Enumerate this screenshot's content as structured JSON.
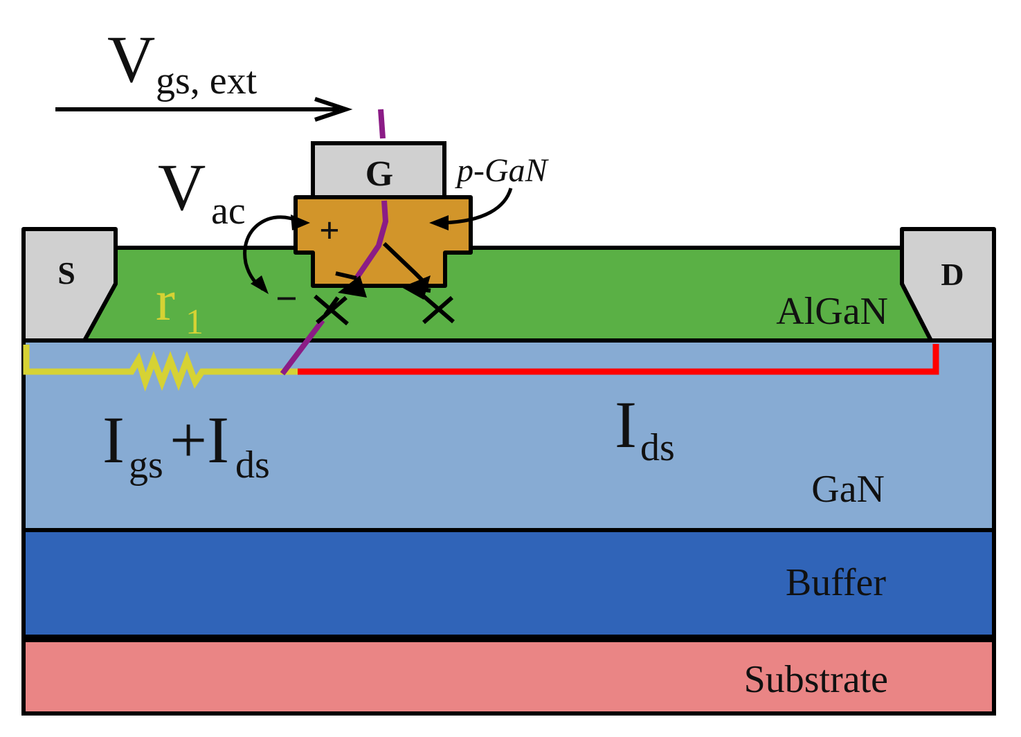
{
  "labels": {
    "vgs_main": "V",
    "vgs_sub": "gs, ext",
    "vac_main": "V",
    "vac_sub": "ac",
    "gate": "G",
    "pgan": "p-GaN",
    "source": "S",
    "drain": "D",
    "algan": "AlGaN",
    "r1_main": "r",
    "r1_sub": "1",
    "plus": "+",
    "minus": "−",
    "igs_ids_main1": "I",
    "igs_ids_sub1": "gs",
    "igs_ids_plus": "+I",
    "igs_ids_sub2": "ds",
    "ids_main": "I",
    "ids_sub": "ds",
    "gan": "GaN",
    "buffer": "Buffer",
    "substrate": "Substrate"
  },
  "colors": {
    "algan": "#5ab045",
    "gan": "#87abd3",
    "buffer": "#3064b8",
    "substrate": "#ea8585",
    "contact": "#d0d0d0",
    "pgan": "#d2952a",
    "resistor": "#d6d234",
    "current_path": "#ff0000",
    "gate_wire": "#8b1c86",
    "outline": "#000000"
  }
}
